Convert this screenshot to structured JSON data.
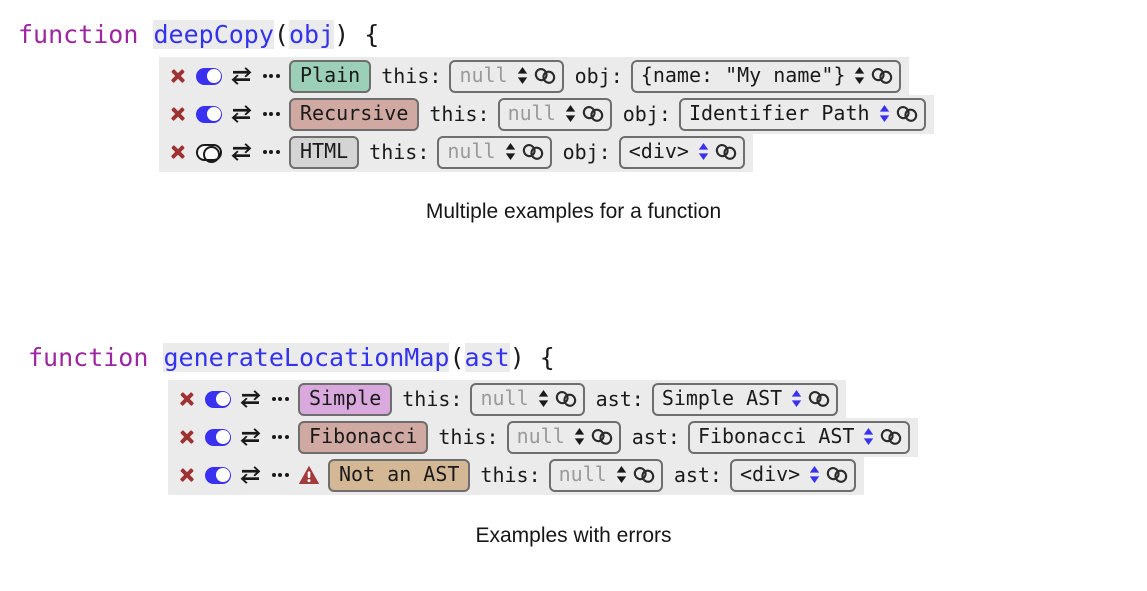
{
  "theme": {
    "row_bg": "#ebebeb",
    "keyword_color": "#9c27a0",
    "identifier_color": "#3333ee",
    "delete_color": "#9e3232",
    "toggle_on_color": "#3a30f0",
    "spinner_active_color": "#3a30f0",
    "null_text_color": "#9a9a9a",
    "border_color": "#6e6e6e"
  },
  "blocks": [
    {
      "signature": {
        "keyword": "function",
        "name": "deepCopy",
        "open_paren": "(",
        "param": "obj",
        "close_paren": ")",
        "brace": " {"
      },
      "caption": "Multiple examples for a function",
      "arg_label": "obj:",
      "this_label": "this:",
      "rows": [
        {
          "delete_icon": "close-icon",
          "toggle": "on",
          "swap_icon": "swap-arrows-icon",
          "more_icon": "ellipsis-icon",
          "warning": false,
          "chip": "Plain",
          "chip_color": "#9ccfb8",
          "this_value": "null",
          "this_is_null": true,
          "arg_value": "{name: \"My name\"}",
          "arg_is_null": false,
          "arg_spinner_active": false
        },
        {
          "delete_icon": "close-icon",
          "toggle": "on",
          "swap_icon": "swap-arrows-icon",
          "more_icon": "ellipsis-icon",
          "warning": false,
          "chip": "Recursive",
          "chip_color": "#cfa9a2",
          "this_value": "null",
          "this_is_null": true,
          "arg_value": "Identifier Path",
          "arg_is_null": false,
          "arg_spinner_active": true
        },
        {
          "delete_icon": "close-icon",
          "toggle": "off",
          "swap_icon": "swap-arrows-icon",
          "more_icon": "ellipsis-icon",
          "warning": false,
          "chip": "HTML",
          "chip_color": "#d4d4d4",
          "this_value": "null",
          "this_is_null": true,
          "arg_value": "<div>",
          "arg_is_null": false,
          "arg_spinner_active": true
        }
      ]
    },
    {
      "signature": {
        "keyword": "function",
        "name": "generateLocationMap",
        "open_paren": "(",
        "param": "ast",
        "close_paren": ")",
        "brace": " {"
      },
      "caption": "Examples with errors",
      "arg_label": "ast:",
      "this_label": "this:",
      "rows": [
        {
          "delete_icon": "close-icon",
          "toggle": "on",
          "swap_icon": "swap-arrows-icon",
          "more_icon": "ellipsis-icon",
          "warning": false,
          "chip": "Simple",
          "chip_color": "#d9a8dd",
          "this_value": "null",
          "this_is_null": true,
          "arg_value": "Simple AST",
          "arg_is_null": false,
          "arg_spinner_active": true
        },
        {
          "delete_icon": "close-icon",
          "toggle": "on",
          "swap_icon": "swap-arrows-icon",
          "more_icon": "ellipsis-icon",
          "warning": false,
          "chip": "Fibonacci",
          "chip_color": "#cfa9a2",
          "this_value": "null",
          "this_is_null": true,
          "arg_value": "Fibonacci AST",
          "arg_is_null": false,
          "arg_spinner_active": true
        },
        {
          "delete_icon": "close-icon",
          "toggle": "on",
          "swap_icon": "swap-arrows-icon",
          "more_icon": "ellipsis-icon",
          "warning": true,
          "warning_icon": "warning-triangle-icon",
          "chip": "Not an AST",
          "chip_color": "#d4b896",
          "this_value": "null",
          "this_is_null": true,
          "arg_value": "<div>",
          "arg_is_null": false,
          "arg_spinner_active": true
        }
      ]
    }
  ]
}
